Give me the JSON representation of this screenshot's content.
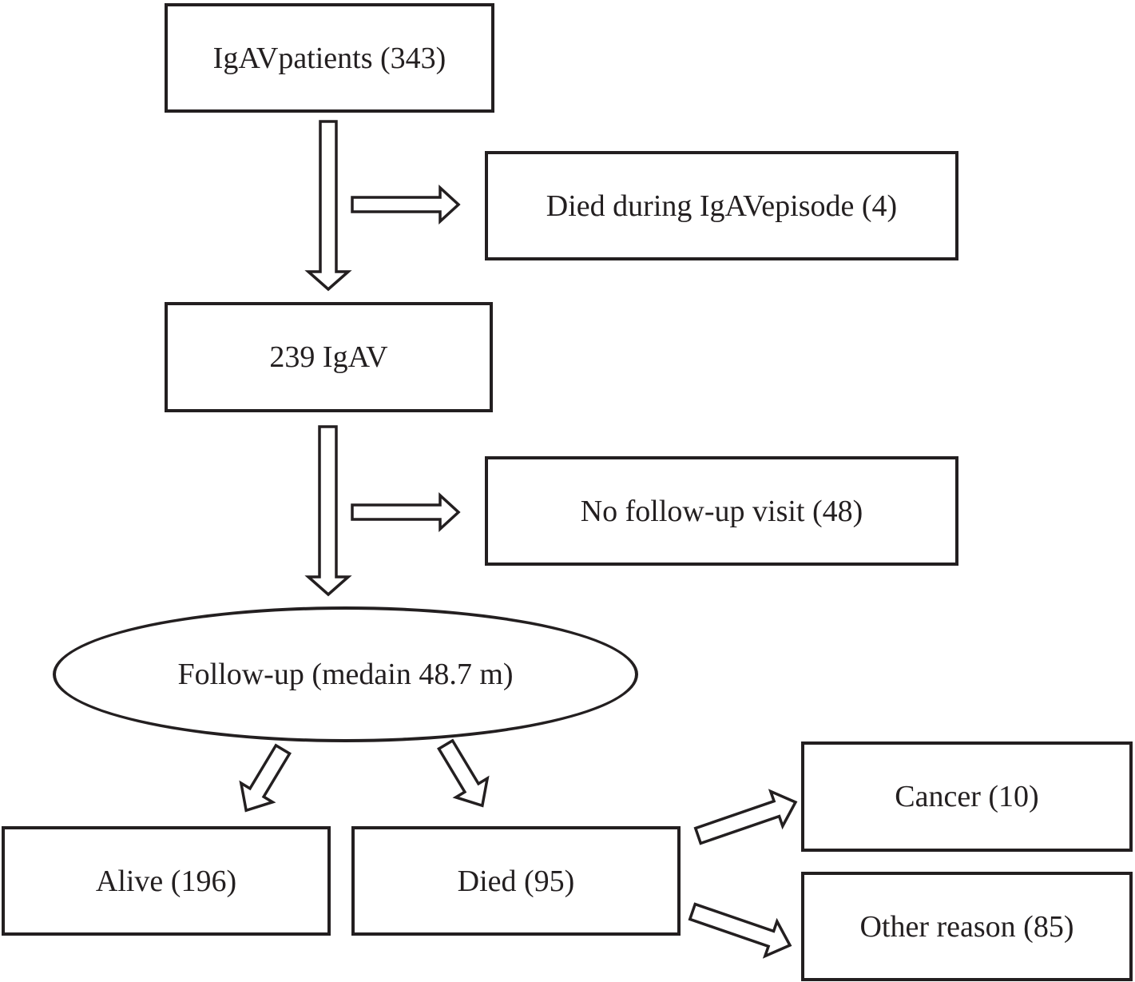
{
  "nodes": {
    "igav_patients": "IgAVpatients (343)",
    "died_during_episode": "Died during IgAVepisode (4)",
    "igav_239": "239 IgAV",
    "no_follow_up": "No follow-up visit (48)",
    "follow_up": "Follow-up (medain 48.7 m)",
    "alive": "Alive (196)",
    "died": "Died (95)",
    "cancer": "Cancer (10)",
    "other_reason": "Other reason (85)"
  }
}
